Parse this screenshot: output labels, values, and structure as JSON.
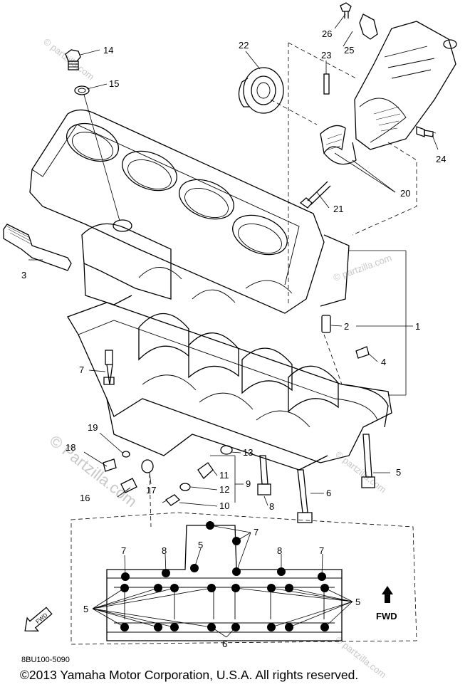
{
  "callouts": [
    {
      "id": "1",
      "text": "1"
    },
    {
      "id": "2",
      "text": "2"
    },
    {
      "id": "3",
      "text": "3"
    },
    {
      "id": "4",
      "text": "4"
    },
    {
      "id": "5",
      "text": "5"
    },
    {
      "id": "6",
      "text": "6"
    },
    {
      "id": "7",
      "text": "7"
    },
    {
      "id": "8",
      "text": "8"
    },
    {
      "id": "9",
      "text": "9"
    },
    {
      "id": "10",
      "text": "10"
    },
    {
      "id": "11",
      "text": "11"
    },
    {
      "id": "12",
      "text": "12"
    },
    {
      "id": "13",
      "text": "13"
    },
    {
      "id": "14",
      "text": "14"
    },
    {
      "id": "15",
      "text": "15"
    },
    {
      "id": "16",
      "text": "16"
    },
    {
      "id": "17",
      "text": "17"
    },
    {
      "id": "18",
      "text": "18"
    },
    {
      "id": "19",
      "text": "19"
    },
    {
      "id": "20",
      "text": "20"
    },
    {
      "id": "21",
      "text": "21"
    },
    {
      "id": "22",
      "text": "22"
    },
    {
      "id": "23",
      "text": "23"
    },
    {
      "id": "24",
      "text": "24"
    },
    {
      "id": "25",
      "text": "25"
    },
    {
      "id": "26",
      "text": "26"
    }
  ],
  "inset": {
    "fwd_label": "FWD",
    "fwd_arrow_label": "FWD"
  },
  "watermark": {
    "text": "© Partzilla.com",
    "small_text": "© partzilla.com"
  },
  "footer": {
    "code": "8BU100-5090",
    "copyright": "©2013  Yamaha Motor Corporation, U.S.A. All rights reserved."
  }
}
